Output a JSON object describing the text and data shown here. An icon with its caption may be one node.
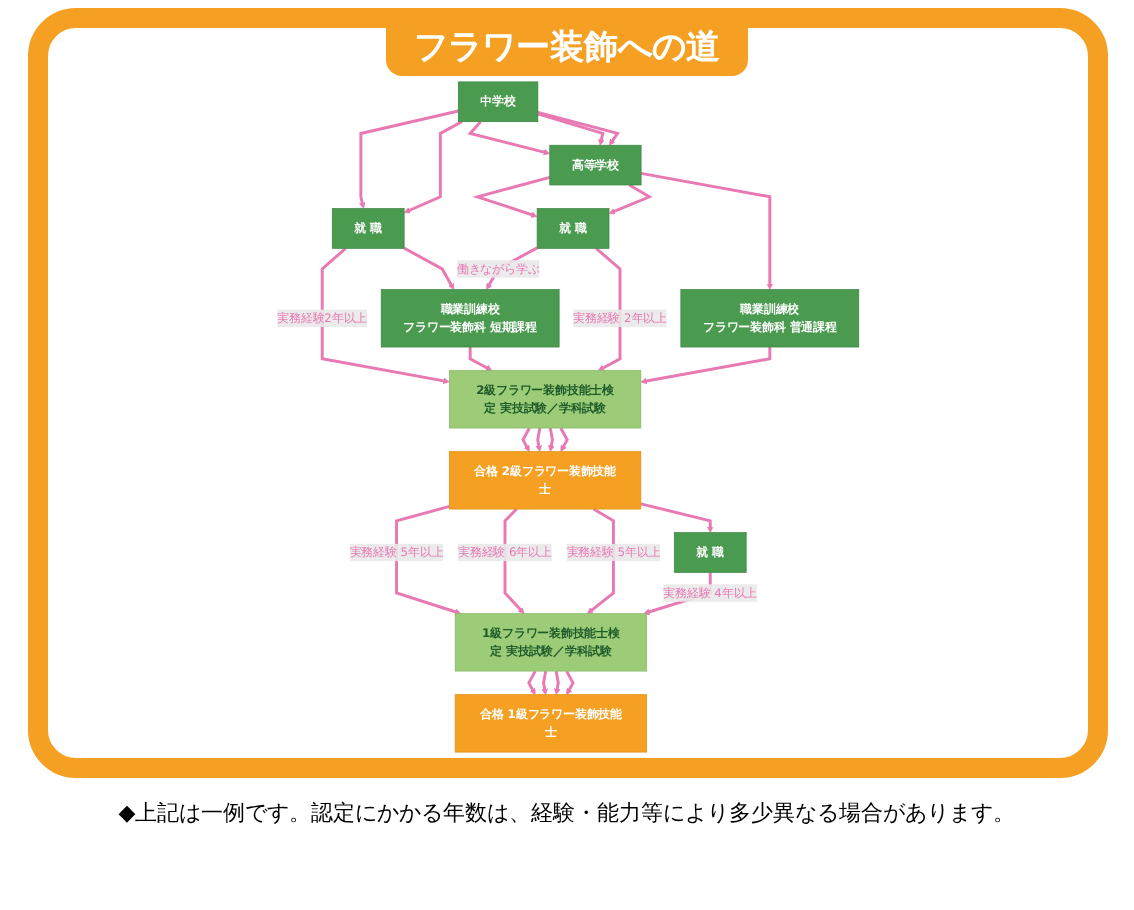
{
  "diagram": {
    "title": "フラワー装飾への道",
    "caption": "◆上記は一例です。認定にかかる年数は、経験・能力等により多少異なる場合があります。",
    "nodes": [
      {
        "text": [
          "中学校"
        ]
      },
      {
        "text": [
          "就 職"
        ]
      },
      {
        "text": [
          "高等学校"
        ]
      },
      {
        "text": [
          "就 職"
        ]
      },
      {
        "text": [
          "職業訓練校",
          "フラワー装飾科 普通課程"
        ]
      },
      {
        "text": [
          "職業訓練校",
          "フラワー装飾科 短期課程"
        ]
      },
      {
        "text": [
          "2級フラワー装飾技能士検定 実技試験／学科試験"
        ]
      },
      {
        "text": [
          "合格 2級フラワー装飾技能士"
        ]
      },
      {
        "text": [
          "就 職"
        ]
      },
      {
        "text": [
          "1級フラワー装飾技能士検定 実技試験／学科試験"
        ]
      },
      {
        "text": [
          "合格 1級フラワー装飾技能士"
        ]
      }
    ],
    "edges": [
      {
        "from": 0,
        "to": 1,
        "arrow": "to"
      },
      {
        "from": 0,
        "to": 1,
        "arrow": "to"
      },
      {
        "from": 0,
        "to": 2,
        "arrow": "to"
      },
      {
        "from": 0,
        "to": 2,
        "arrow": "to"
      },
      {
        "from": 0,
        "to": 2,
        "arrow": "to"
      },
      {
        "from": 2,
        "to": 3,
        "arrow": "to"
      },
      {
        "from": 2,
        "to": 3,
        "arrow": "to"
      },
      {
        "from": 2,
        "to": 4,
        "arrow": "to"
      },
      {
        "from": 1,
        "to": 5,
        "arrow": "to"
      },
      {
        "from": 3,
        "to": 5,
        "arrow": "to",
        "label": "働きながら学ぶ"
      },
      {
        "from": 1,
        "to": 6,
        "arrow": "to",
        "label": "実務経験2年以上"
      },
      {
        "from": 5,
        "to": 6,
        "arrow": "to"
      },
      {
        "from": 3,
        "to": 6,
        "arrow": "to",
        "label": "実務経験 2年以上"
      },
      {
        "from": 4,
        "to": 6,
        "arrow": "to"
      },
      {
        "from": 6,
        "to": 7,
        "arrow": "to"
      },
      {
        "from": 6,
        "to": 7,
        "arrow": "to"
      },
      {
        "from": 6,
        "to": 7,
        "arrow": "to"
      },
      {
        "from": 6,
        "to": 7,
        "arrow": "to"
      },
      {
        "from": 7,
        "to": 9,
        "arrow": "to",
        "label": "実務経験 5年以上"
      },
      {
        "from": 7,
        "to": 9,
        "arrow": "to",
        "label": "実務経験 6年以上"
      },
      {
        "from": 7,
        "to": 9,
        "arrow": "to",
        "label": "実務経験 5年以上"
      },
      {
        "from": 7,
        "to": 8,
        "arrow": "to"
      },
      {
        "from": 8,
        "to": 9,
        "arrow": "to",
        "label": "実務経験 4年以上"
      },
      {
        "from": 9,
        "to": 10,
        "arrow": "to"
      },
      {
        "from": 9,
        "to": 10,
        "arrow": "to"
      },
      {
        "from": 9,
        "to": 10,
        "arrow": "to"
      },
      {
        "from": 9,
        "to": 10,
        "arrow": "to"
      }
    ]
  }
}
